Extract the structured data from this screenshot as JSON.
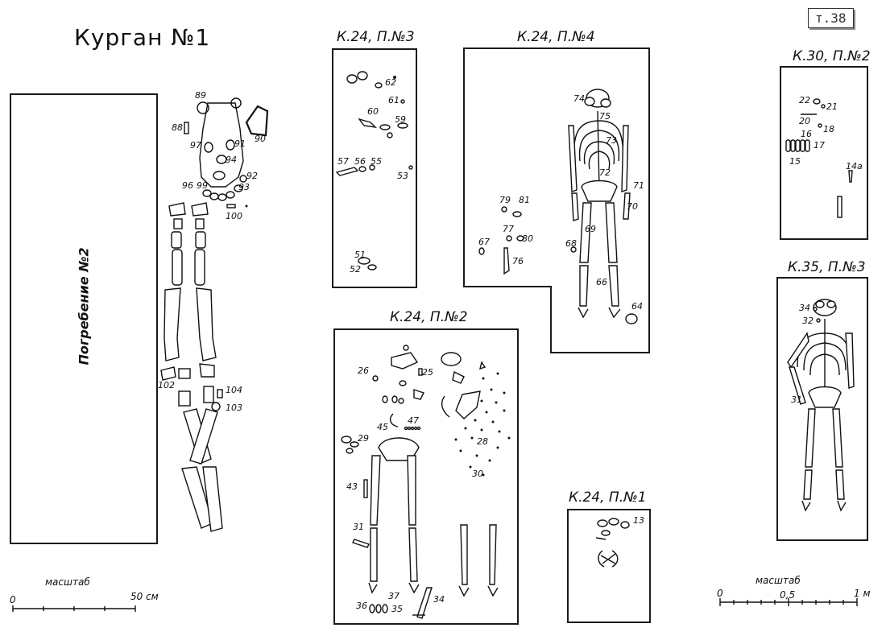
{
  "page": {
    "main_title": "Курган №1",
    "plate_label": "т.38"
  },
  "left": {
    "burial_label": "Погребение №2",
    "scale_label": "масштаб",
    "scale_start": "0",
    "scale_end": "50 см",
    "animal_labels": [
      "89",
      "88",
      "90",
      "97",
      "91",
      "94",
      "92",
      "96",
      "99",
      "93",
      "100",
      "102",
      "104",
      "103"
    ]
  },
  "graves": {
    "k24p3": {
      "title": "К.24, П.№3",
      "labels": [
        "62",
        "61",
        "60",
        "59",
        "57",
        "56",
        "55",
        "53",
        "51",
        "52"
      ]
    },
    "k24p4": {
      "title": "К.24, П.№4",
      "labels": [
        "74",
        "75",
        "73",
        "72",
        "71",
        "70",
        "79",
        "81",
        "77",
        "80",
        "67",
        "68",
        "69",
        "76",
        "66",
        "64"
      ]
    },
    "k30p2": {
      "title": "К.30, П.№2",
      "labels": [
        "22",
        "21",
        "20",
        "16",
        "18",
        "17",
        "15",
        "14а"
      ]
    },
    "k35p3": {
      "title": "К.35, П.№3",
      "labels": [
        "34",
        "32",
        "31"
      ]
    },
    "k24p2": {
      "title": "К.24, П.№2",
      "labels": [
        "26",
        "25",
        "47",
        "45",
        "29",
        "28",
        "30",
        "43",
        "31",
        "37",
        "36",
        "35",
        "34"
      ]
    },
    "k24p1": {
      "title": "К.24, П.№1",
      "labels": [
        "13"
      ]
    }
  },
  "right_scale": {
    "label": "масштаб",
    "start": "0",
    "mid": "0,5",
    "end": "1 м"
  }
}
